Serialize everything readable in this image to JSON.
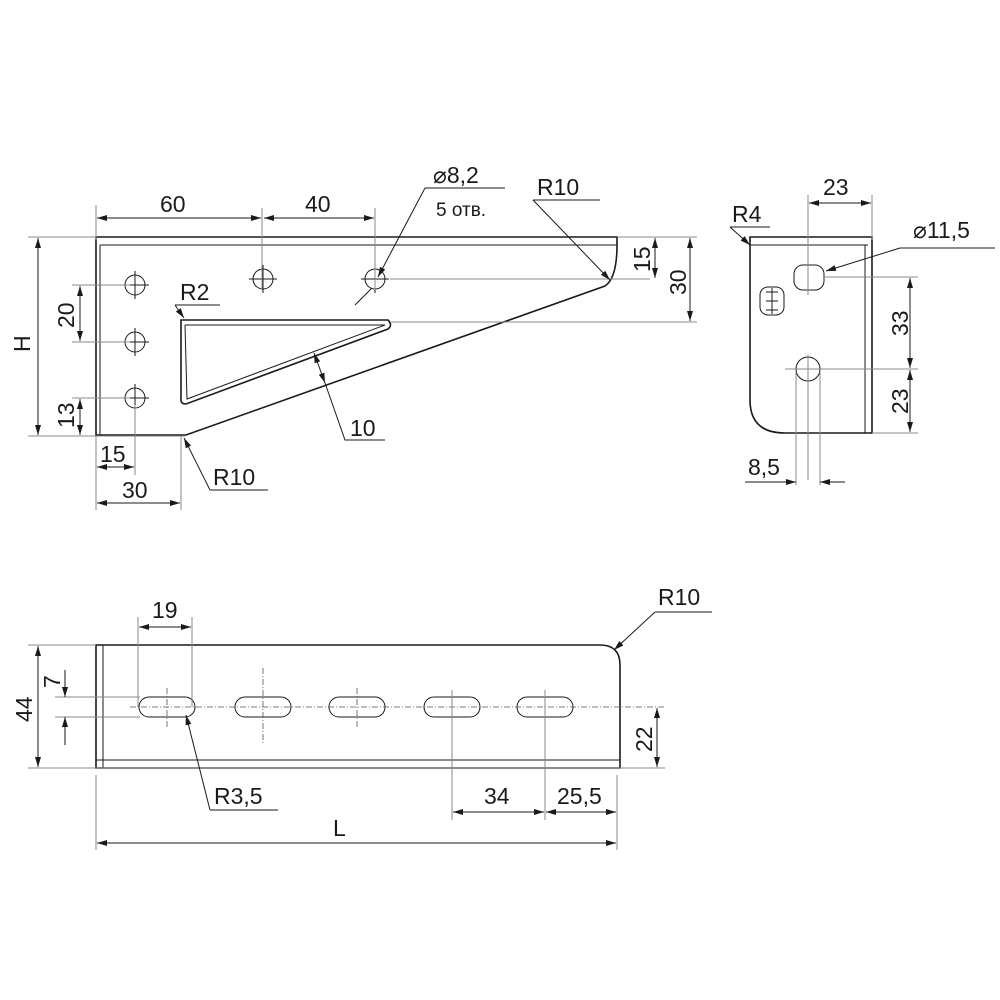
{
  "front_view": {
    "dim_60": "60",
    "dim_40": "40",
    "hole_diameter": "⌀8,2",
    "hole_count": "5 отв.",
    "radius_top": "R10",
    "dim_15_right": "15",
    "dim_30_right": "30",
    "radius_r2": "R2",
    "rib_width": "10",
    "height": "H",
    "dim_20": "20",
    "dim_13": "13",
    "dim_15_bottom": "15",
    "dim_30_bottom": "30",
    "radius_bottom": "R10"
  },
  "side_view": {
    "dim_23_top": "23",
    "radius_r4": "R4",
    "hole_diameter": "⌀11,5",
    "dim_33": "33",
    "dim_23_right": "23",
    "dim_8_5": "8,5"
  },
  "bottom_view": {
    "dim_19": "19",
    "dim_7": "7",
    "dim_44": "44",
    "dim_22": "22",
    "radius_slot": "R3,5",
    "dim_34": "34",
    "dim_25_5": "25,5",
    "length": "L",
    "radius_corner": "R10"
  }
}
